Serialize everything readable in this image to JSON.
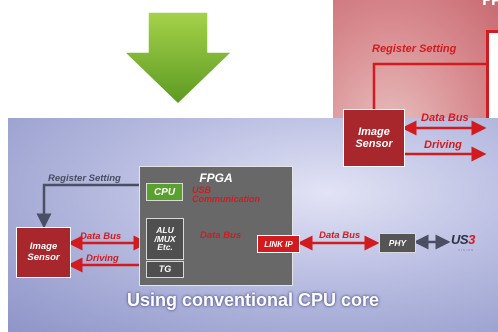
{
  "top_partial_title": "FP",
  "red_panel": {
    "register_setting": "Register Setting",
    "image_sensor": "Image Sensor",
    "data_bus": "Data Bus",
    "driving": "Driving"
  },
  "blue_panel": {
    "register_setting": "Register Setting",
    "fpga_title": "FPGA",
    "cpu": "CPU",
    "usb_communication": "USB Communication",
    "alu_mux": "ALU /MUX Etc.",
    "tg": "TG",
    "data_bus_left": "Data Bus",
    "driving": "Driving",
    "data_bus_mid": "Data Bus",
    "link_ip": "LINK IP",
    "data_bus_right": "Data Bus",
    "phy": "PHY",
    "image_sensor": "Image Sensor",
    "usb_logo_main": "US",
    "usb_logo_num": "3",
    "usb_logo_sub": "VISION",
    "caption": "Using conventional CPU core"
  },
  "colors": {
    "red_accent": "#d21b1f",
    "red_box": "#a8272c",
    "green_arrow": "#78b22f",
    "fpga_gray": "#686868",
    "cpu_green": "#5aa02c"
  }
}
